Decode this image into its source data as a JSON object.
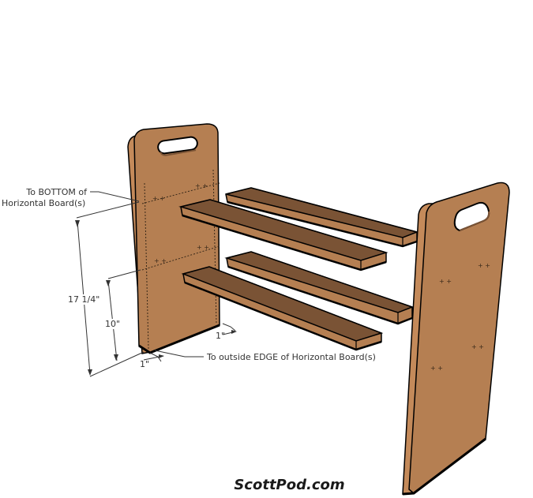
{
  "diagram": {
    "subject": "Shoe rack with two side panels and four horizontal boards",
    "colors": {
      "panel_face": "#b57f52",
      "panel_edge": "#c48a5a",
      "board_top": "#7a5335",
      "board_edge": "#b57f52",
      "outline": "#000000",
      "dimension_line": "#333333",
      "background": "#ffffff"
    },
    "components": {
      "left_panel": {
        "label": "left-side-panel",
        "has_handle_cutout": true
      },
      "right_panel": {
        "label": "right-side-panel",
        "has_handle_cutout": true
      },
      "boards": [
        "upper-back-board",
        "upper-front-board",
        "lower-back-board",
        "lower-front-board"
      ]
    },
    "annotations": {
      "to_bottom": "To BOTTOM of",
      "to_bottom_line2": "Horizontal Board(s)",
      "to_edge": "To outside EDGE of Horizontal Board(s)"
    },
    "dimensions": {
      "upper_height": "17 1/4\"",
      "lower_height": "10\"",
      "front_offset": "1\"",
      "back_offset": "1\""
    }
  },
  "watermark": "ScottPod.com"
}
